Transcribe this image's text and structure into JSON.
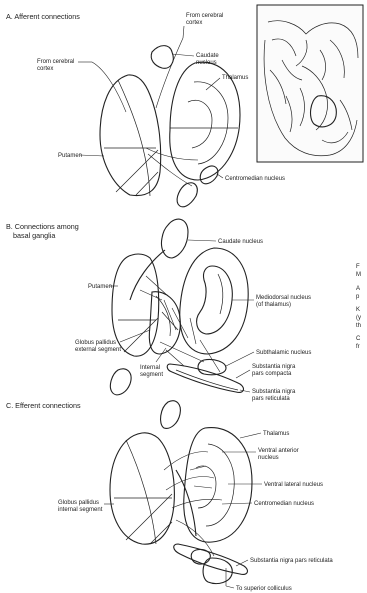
{
  "panels": {
    "a": {
      "title": "A. Afferent connections",
      "labels": {
        "from_cerebral_cortex_left": [
          "From cerebral",
          "cortex"
        ],
        "from_cerebral_cortex_top": [
          "From cerebral",
          "cortex"
        ],
        "caudate_nucleus": [
          "Caudate",
          "nucleus"
        ],
        "thalamus": "Thalamus",
        "putamen": "Putamen",
        "centromedian_nucleus": "Centromedian nucleus"
      }
    },
    "b": {
      "title": [
        "B. Connections among",
        "basal ganglia"
      ],
      "labels": {
        "caudate_nucleus": "Caudate nucleus",
        "putamen": "Putamen",
        "mediodorsal_nucleus": [
          "Mediodorsal nucleus",
          "(of thalamus)"
        ],
        "globus_pallidus_external": [
          "Globus pallidus",
          "external segment"
        ],
        "internal_segment": [
          "Internal",
          "segment"
        ],
        "subthalamic_nucleus": "Subthalamic nucleus",
        "substantia_nigra_compacta": [
          "Substantia nigra",
          "pars compacta"
        ],
        "substantia_nigra_reticulata": [
          "Substantia nigra",
          "pars reticulata"
        ]
      }
    },
    "c": {
      "title": "C. Efferent connections",
      "labels": {
        "thalamus": "Thalamus",
        "ventral_anterior_nucleus": [
          "Ventral anterior",
          "nucleus"
        ],
        "ventral_lateral_nucleus": "Ventral lateral nucleus",
        "centromedian_nucleus": "Centromedian nucleus",
        "globus_pallidus_internal": [
          "Globus pallidus",
          "internal segment"
        ],
        "substantia_nigra_reticulata": "Substantia nigra pars reticulata",
        "to_superior_colliculus": "To superior colliculus"
      }
    }
  },
  "side_caption": {
    "lines": [
      "F",
      "M",
      "A",
      "p",
      "K",
      "(y",
      "th",
      "C",
      "fr"
    ]
  }
}
